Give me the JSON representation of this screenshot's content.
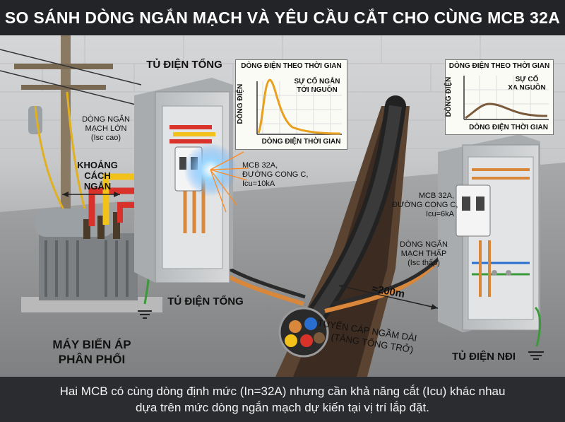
{
  "title": "SO SÁNH DÒNG NGẮN MẠCH VÀ YÊU CẦU CẮT CHO CÙNG MCB 32A",
  "caption": {
    "line1": "Hai MCB có cùng dòng định mức (In=32A) nhưng cần khả năng cắt (Icu) khác nhau",
    "line2": "dựa trên mức dòng ngắn mạch dự kiến tại vị trí lắp đặt."
  },
  "labels": {
    "main_panel_top": "TỦ ĐIỆN TỔNG",
    "main_panel_bottom": "TỦ ĐIỆN TỔNG",
    "transformer_line1": "MÁY BIẾN ÁP",
    "transformer_line2": "PHÂN PHỐI",
    "high_sc_line1": "DÒNG NGẮN",
    "high_sc_line2": "MẠCH LỚN",
    "high_sc_line3": "(Isc cao)",
    "short_dist_line1": "KHOẢNG",
    "short_dist_line2": "CÁCH",
    "short_dist_line3": "NGẮN",
    "mcb_left_line1": "MCB 32A,",
    "mcb_left_line2": "ĐƯỜNG CONG C,",
    "mcb_left_line3": "Icu=10kA",
    "mcb_right_line1": "MCB 32A,",
    "mcb_right_line2": "ĐƯỜNG CONG C,",
    "mcb_right_line3": "Icu=6kA",
    "low_sc_line1": "DÒNG NGẮN",
    "low_sc_line2": "MẠCH THẤP",
    "low_sc_line3": "(Isc thấp)",
    "distance": "≈200m",
    "cable_line1": "TUYẾN CÁP NGẦM DÀI",
    "cable_line2": "(TĂNG TỔNG TRỞ)",
    "sub_panel": "TỦ ĐIỆN NĐI"
  },
  "graph_left": {
    "title": "DÒNG ĐIỆN THEO THỜI GIAN",
    "ylabel": "DÒNG ĐIỆN",
    "xlabel": "DÒNG ĐIỆN THỜI GIAN",
    "note_line1": "SỰ CỐ NGẮN",
    "note_line2": "TỚI NGUỒN",
    "color": "#e8a020"
  },
  "graph_right": {
    "title": "DÒNG ĐIỆN THEO THỜI GIAN",
    "ylabel": "DÒNG ĐIỆN",
    "xlabel": "DÒNG ĐIỆN THỜI GIAN",
    "note_line1": "SỰ CỐ",
    "note_line2": "XA NGUỒN",
    "color": "#7a5a3a"
  },
  "colors": {
    "busbar_red": "#d8322a",
    "busbar_yellow": "#f2c21a",
    "copper": "#d9873a",
    "panel": "#c9ccce"
  }
}
